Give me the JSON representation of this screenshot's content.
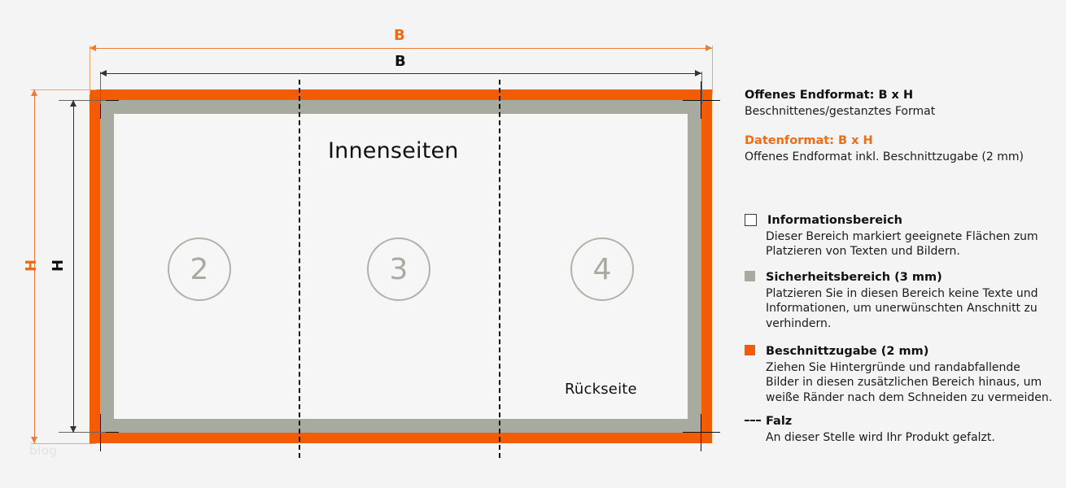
{
  "diagram": {
    "inner_pages_label": "Innenseiten",
    "back_page_label": "Rückseite",
    "page_numbers": [
      "2",
      "3",
      "4"
    ],
    "dimensions": {
      "bleed_width_label": "B",
      "bleed_height_label": "H",
      "trim_width_label": "B",
      "trim_height_label": "H"
    },
    "colors": {
      "bleed": "#f25c05",
      "safety": "#a7aa9f",
      "information": "#f6f6f6",
      "fold": "#111111",
      "accent_text": "#ef6c16"
    },
    "watermark": "blog"
  },
  "legend": {
    "items": [
      {
        "title": "Offenes Endformat: B x H",
        "body": "Beschnittenes/gestanztes Format",
        "swatch": "none",
        "title_color": "#111111"
      },
      {
        "title": "Datenformat: B x H",
        "body": "Offenes Endformat inkl. Beschnittzugabe (2 mm)",
        "swatch": "none",
        "title_color": "#ef6c16"
      },
      {
        "title": "Informationsbereich",
        "body": "Dieser Bereich markiert geeignete Flächen zum Platzieren von Texten und Bildern.",
        "swatch": "information-swatch",
        "title_color": "#111111"
      },
      {
        "title": "Sicherheitsbereich (3 mm)",
        "body": "Platzieren Sie in diesen Bereich keine Texte und Informationen, um unerwünschten Anschnitt zu verhindern.",
        "swatch": "safety-swatch",
        "title_color": "#111111"
      },
      {
        "title": "Beschnittzugabe (2 mm)",
        "body": "Ziehen Sie Hintergründe und randabfallende Bilder in diesen zusätzlichen Bereich hinaus, um weiße Ränder nach dem Schneiden zu vermeiden.",
        "swatch": "bleed-swatch",
        "title_color": "#111111"
      },
      {
        "title": "Falz",
        "body": "An dieser Stelle wird Ihr Produkt gefalzt.",
        "swatch": "fold-swatch",
        "title_color": "#111111"
      }
    ]
  }
}
